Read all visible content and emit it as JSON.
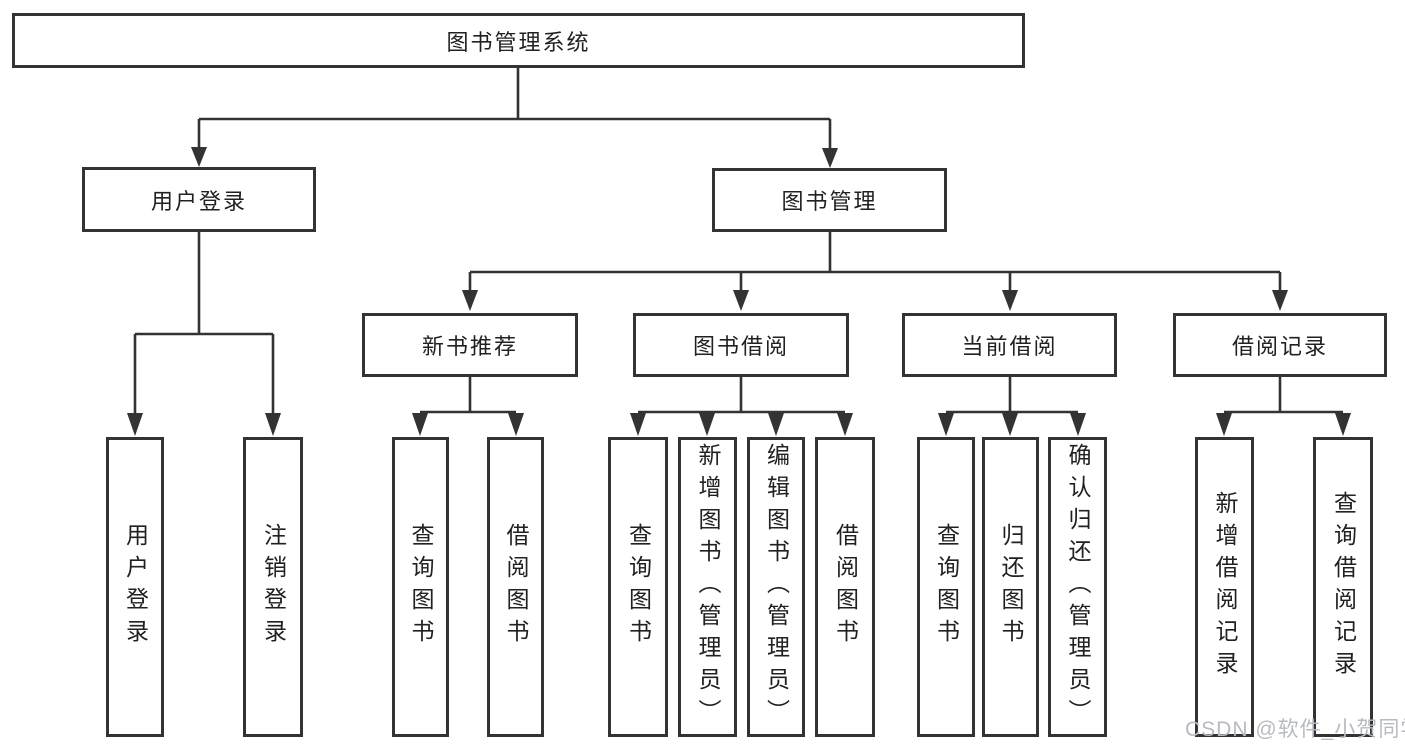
{
  "diagram": {
    "root_label": "图书管理系统",
    "branches": [
      {
        "label": "用户登录",
        "children": [
          "用户登录",
          "注销登录"
        ]
      },
      {
        "label": "图书管理",
        "groups": [
          {
            "label": "新书推荐",
            "children": [
              "查询图书",
              "借阅图书"
            ]
          },
          {
            "label": "图书借阅",
            "children": [
              "查询图书",
              "新增图书（管理员）",
              "编辑图书（管理员）",
              "借阅图书"
            ]
          },
          {
            "label": "当前借阅",
            "children": [
              "查询图书",
              "归还图书",
              "确认归还（管理员）"
            ]
          },
          {
            "label": "借阅记录",
            "children": [
              "新增借阅记录",
              "查询借阅记录"
            ]
          }
        ]
      }
    ]
  },
  "watermark": {
    "text": "CSDN @软件_小贺同学"
  },
  "colors": {
    "line": "#333333",
    "text": "#212121",
    "watermark": "#b7bbc1",
    "background": "#ffffff"
  }
}
